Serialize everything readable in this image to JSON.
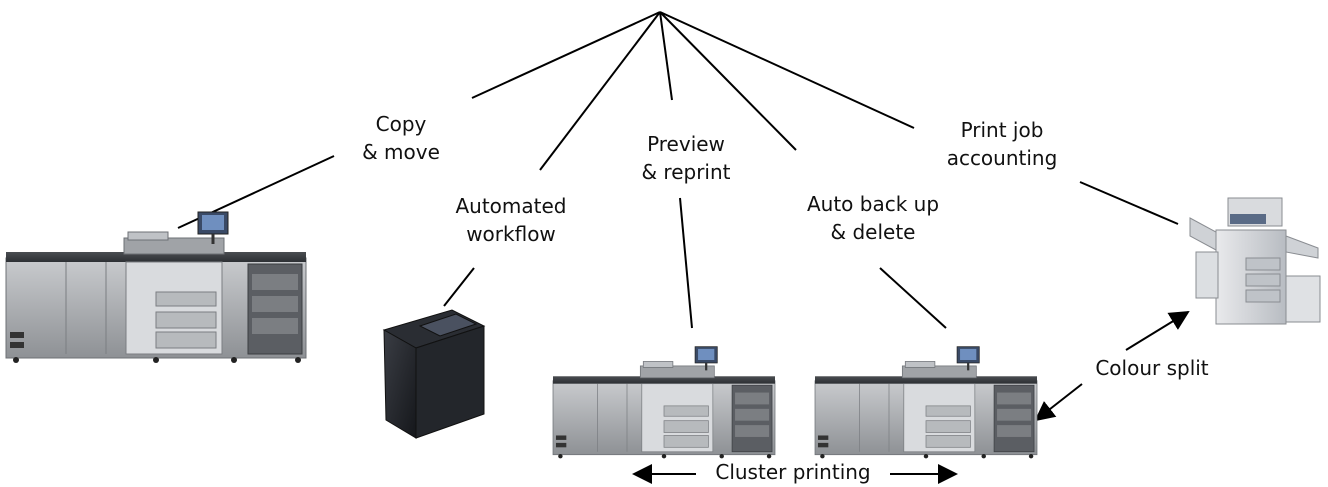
{
  "features": {
    "copy_move": [
      "Copy",
      "& move"
    ],
    "automated_workflow": [
      "Automated",
      "workflow"
    ],
    "preview_reprint": [
      "Preview",
      "& reprint"
    ],
    "auto_backup_delete": [
      "Auto back up",
      "& delete"
    ],
    "print_job_accounting": [
      "Print job",
      "accounting"
    ]
  },
  "colour_split": "Colour split",
  "cluster_printing": "Cluster printing",
  "devices": [
    {
      "id": "production-printer-large",
      "kind": "production-printer"
    },
    {
      "id": "line-matrix-printer",
      "kind": "cabinet-printer"
    },
    {
      "id": "production-printer-cluster-a",
      "kind": "production-printer"
    },
    {
      "id": "production-printer-cluster-b",
      "kind": "production-printer"
    },
    {
      "id": "colour-mfp",
      "kind": "multifunction-printer"
    }
  ],
  "colors": {
    "line": "#000000",
    "machine_body": "#a9acb0",
    "machine_dark": "#3b3e42"
  }
}
